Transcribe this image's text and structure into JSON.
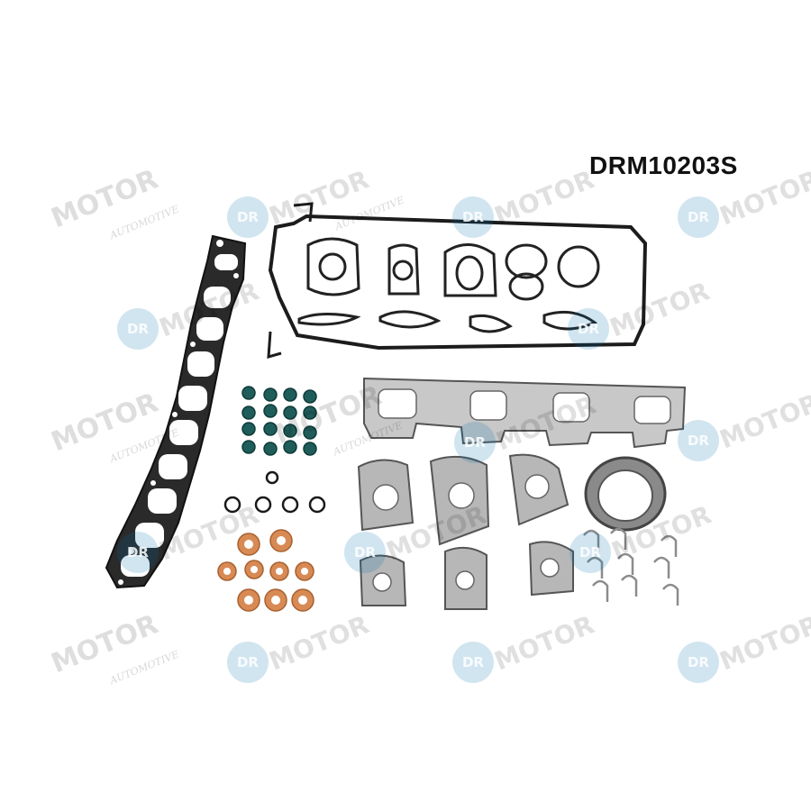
{
  "product": {
    "part_code": "DRM10203S",
    "watermark_word": "MOTOR",
    "watermark_sub": "AUTOMOTIVE",
    "watermark_badge": "DR"
  },
  "colors": {
    "gasket_black": "#222222",
    "valve_seal_green": "#1f5d5a",
    "copper_washer": "#d88a55",
    "steel_gasket": "#a9a9a9",
    "oring_black": "#1a1a1a",
    "watermark_blue": "#006eaa"
  }
}
